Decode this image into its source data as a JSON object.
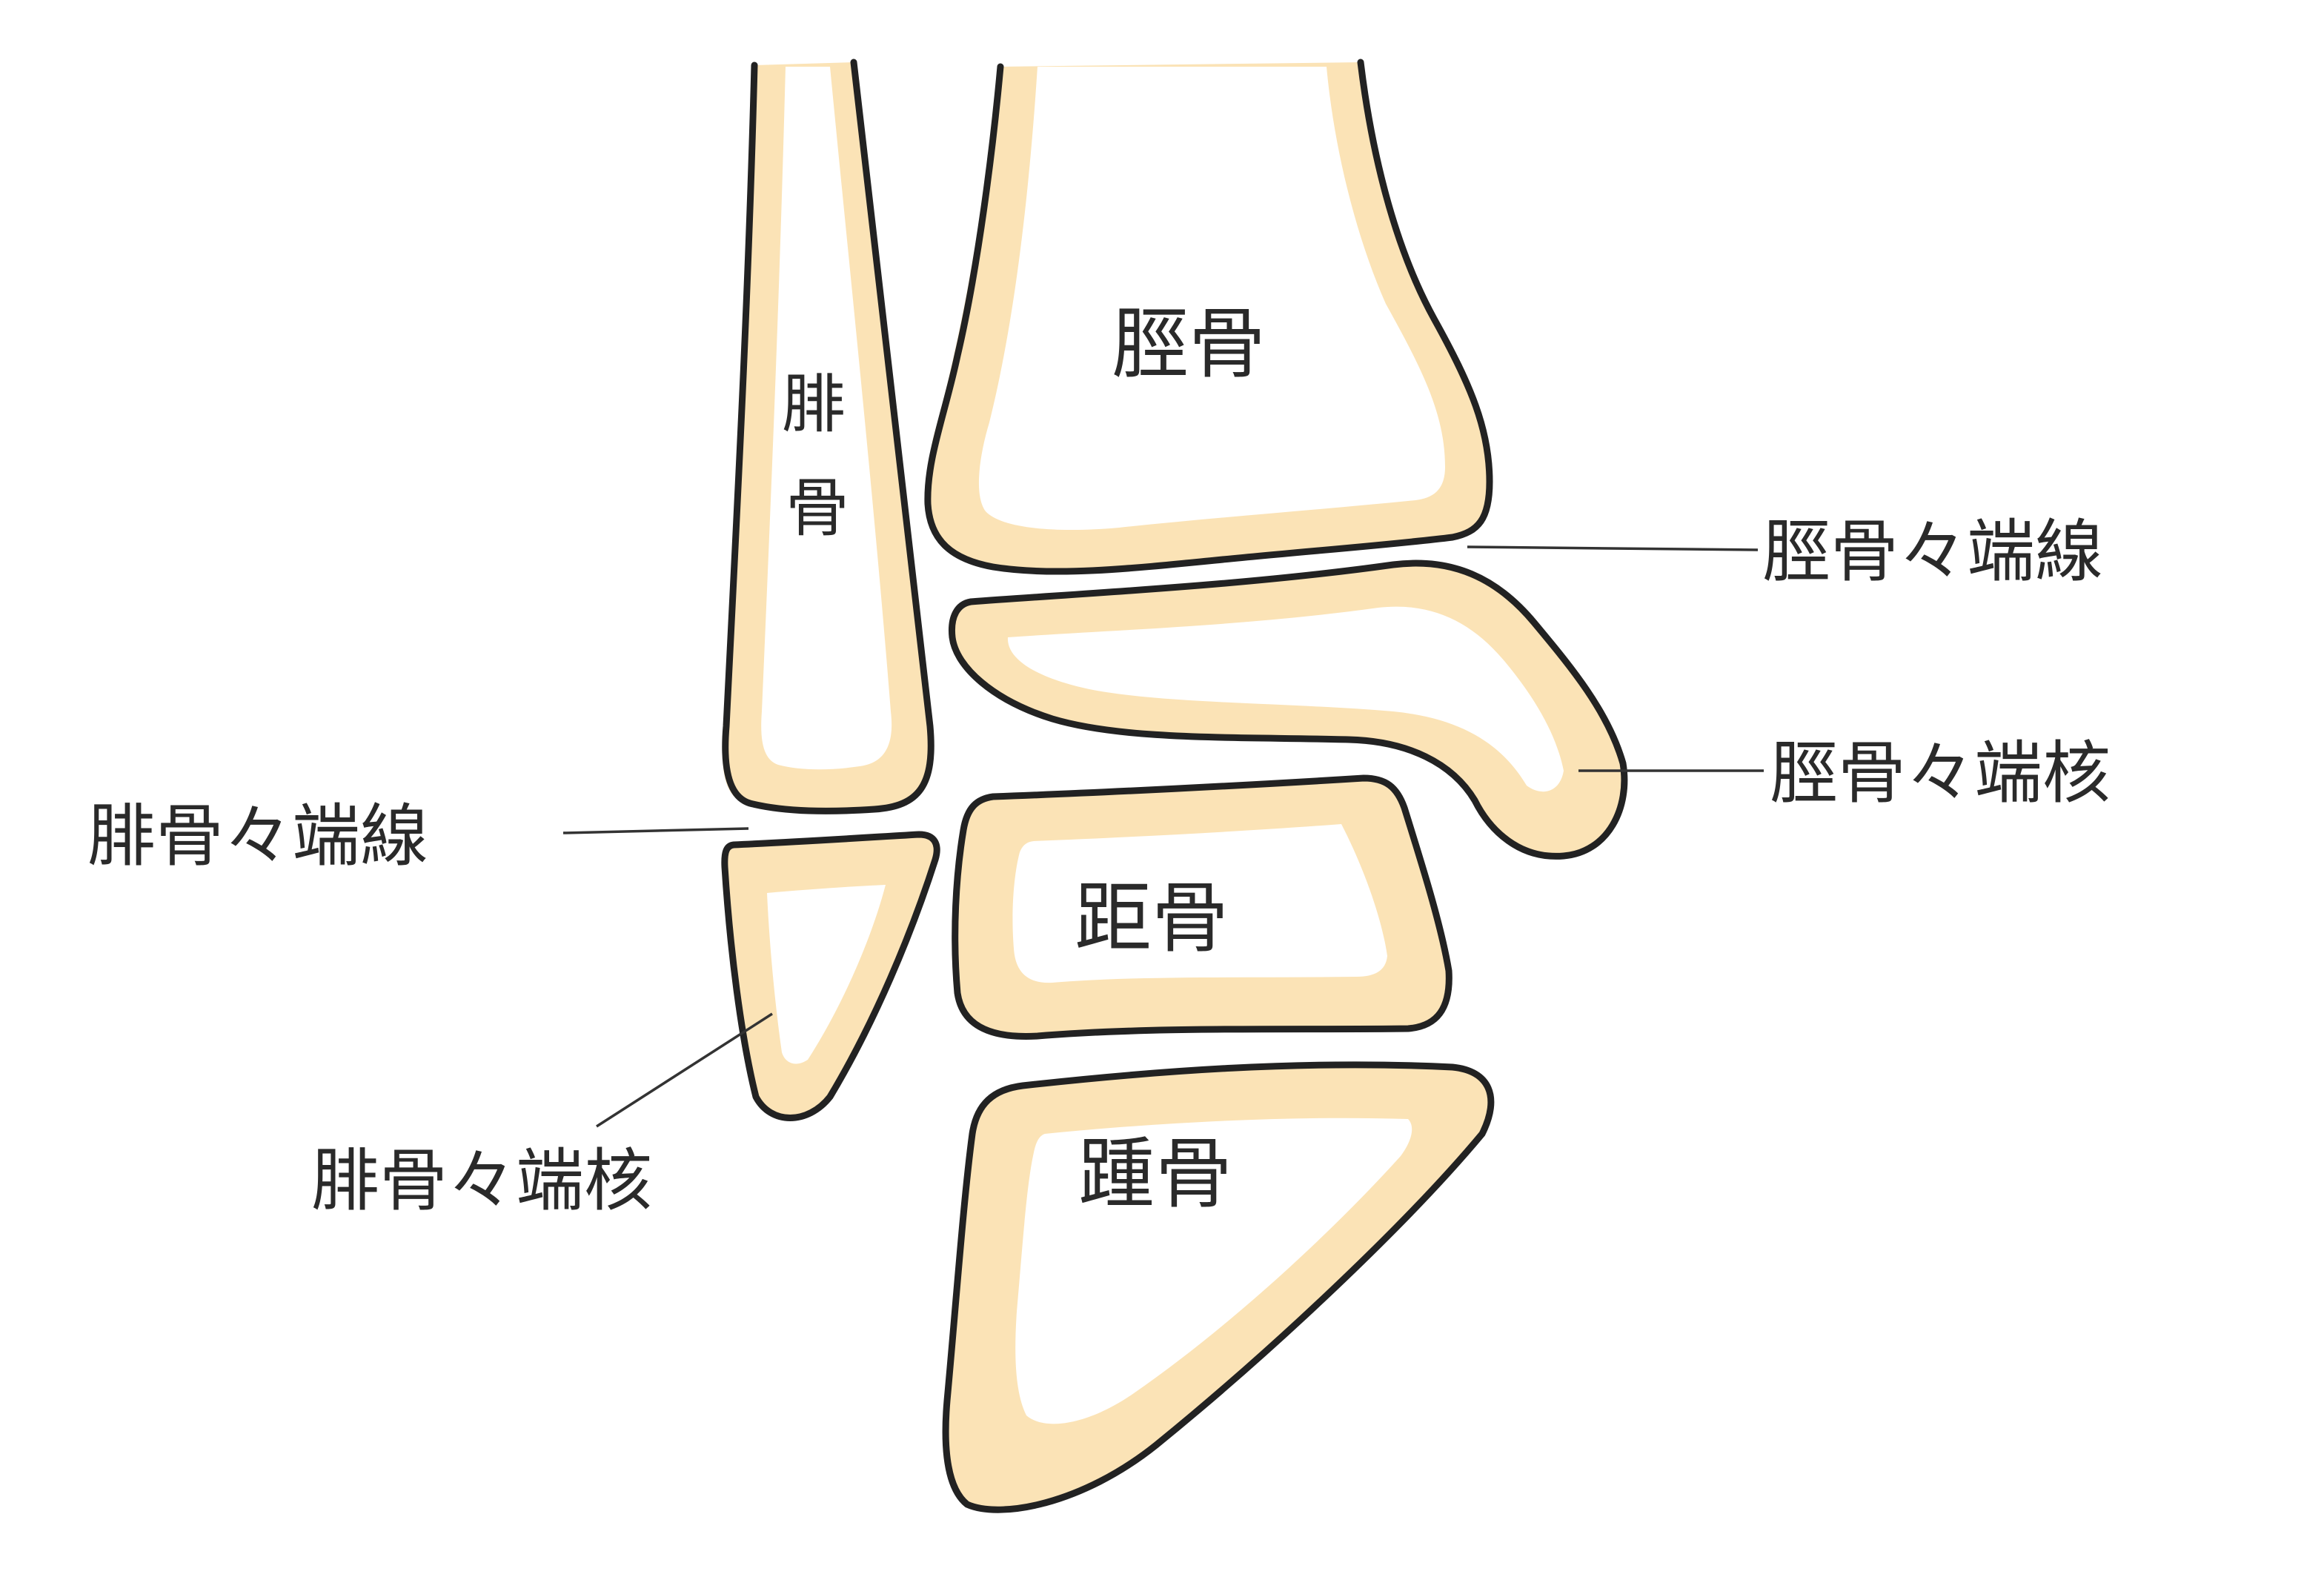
{
  "bones": {
    "tibia": "脛骨",
    "fibula_top": "腓",
    "fibula_bottom": "骨",
    "talus": "距骨",
    "calcaneus": "踵骨"
  },
  "callouts": {
    "tibia_growth_plate": "脛骨々端線",
    "tibia_epiphysis": "脛骨々端核",
    "fibula_growth_plate": "腓骨々端線",
    "fibula_epiphysis": "腓骨々端核"
  },
  "colors": {
    "bone": "#fbe3b6",
    "outline": "#222222",
    "background": "#ffffff"
  }
}
